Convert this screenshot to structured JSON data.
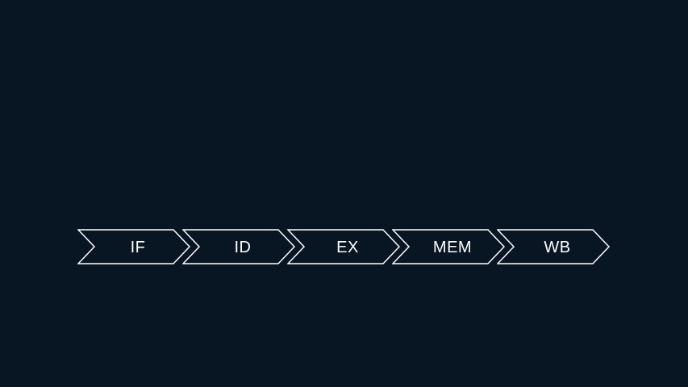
{
  "colors": {
    "background": "#081523",
    "outline": "#ffffff",
    "text": "#ffffff"
  },
  "diagram": {
    "type": "pipeline",
    "stages": [
      {
        "label": "IF"
      },
      {
        "label": "ID"
      },
      {
        "label": "EX"
      },
      {
        "label": "MEM"
      },
      {
        "label": "WB"
      }
    ]
  }
}
